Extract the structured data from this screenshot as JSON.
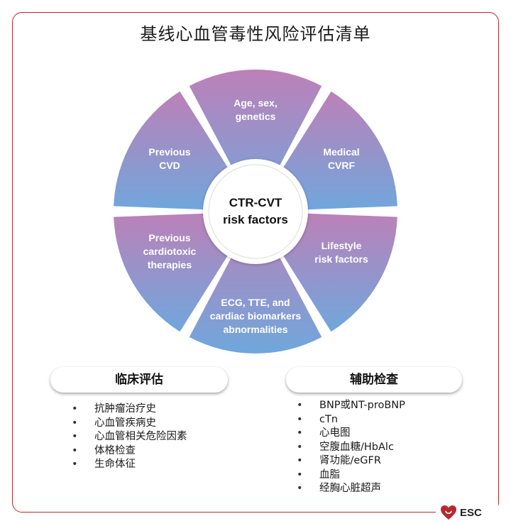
{
  "title": "基线心血管毒性风险评估清单",
  "diagram": {
    "center": [
      "CTR-CVT",
      "risk factors"
    ],
    "segments": [
      {
        "lines": [
          "Age, sex,",
          "genetics"
        ]
      },
      {
        "lines": [
          "Medical",
          "CVRF"
        ]
      },
      {
        "lines": [
          "Lifestyle",
          "risk factors"
        ]
      },
      {
        "lines": [
          "ECG, TTE, and",
          "cardiac biomarkers",
          "abnormalities"
        ]
      },
      {
        "lines": [
          "Previous",
          "cardiotoxic",
          "therapies"
        ]
      },
      {
        "lines": [
          "Previous",
          "CVD"
        ]
      }
    ],
    "colors": {
      "top": "#bd80b8",
      "bottom": "#6fa7dc",
      "center": "#ffffff"
    }
  },
  "clinical": {
    "heading": "临床评估",
    "items": [
      "抗肿瘤治疗史",
      "心血管疾病史",
      "心血管相关危险因素",
      "体格检查",
      "生命体征"
    ]
  },
  "auxiliary": {
    "heading": "辅助检查",
    "items": [
      "BNP或NT-proBNP",
      "cTn",
      "心电图",
      "空腹血糖/HbAlc",
      "肾功能/eGFR",
      "血脂",
      "经胸心脏超声"
    ]
  },
  "logo": {
    "text": "ESC",
    "color": "#b8282e"
  }
}
